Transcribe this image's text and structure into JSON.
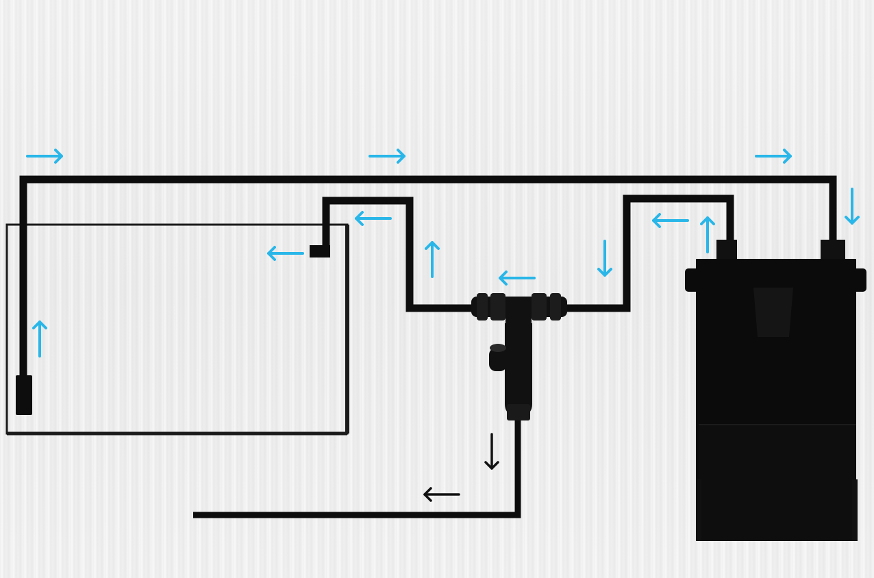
{
  "colors": {
    "pipe": "#0d0d0d",
    "flow_arrow_blue": "#29b6e8",
    "drain_arrow": "#111111",
    "tank_outline": "#1a1a1a",
    "canister": "#0b0b0b"
  },
  "components": {
    "aquarium_tank": "rectangle-outline",
    "intake_strainer": "black-cylinder",
    "outflow_spout": "black-nozzle",
    "tee_drain_valve": "black-tee-with-knob",
    "canister_filter": "black-canister",
    "drain_hose": "black-line"
  },
  "flow_arrows": [
    {
      "id": "top-left",
      "direction": "right"
    },
    {
      "id": "top-mid",
      "direction": "right"
    },
    {
      "id": "top-right",
      "direction": "right"
    },
    {
      "id": "right-down",
      "direction": "down"
    },
    {
      "id": "canister-out-up",
      "direction": "up"
    },
    {
      "id": "return-left-upper",
      "direction": "left"
    },
    {
      "id": "return-down",
      "direction": "down"
    },
    {
      "id": "valve-left",
      "direction": "left"
    },
    {
      "id": "return-up",
      "direction": "up"
    },
    {
      "id": "spout-left-upper",
      "direction": "left"
    },
    {
      "id": "spout-left",
      "direction": "left"
    },
    {
      "id": "intake-up",
      "direction": "up"
    }
  ],
  "drain_arrows": [
    {
      "id": "drain-down",
      "direction": "down"
    },
    {
      "id": "drain-left",
      "direction": "left"
    }
  ]
}
